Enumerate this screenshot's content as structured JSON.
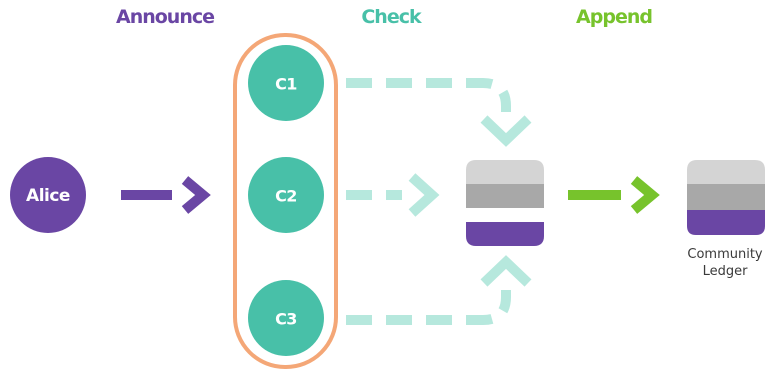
{
  "phases": {
    "announce": "Announce",
    "check": "Check",
    "append": "Append"
  },
  "sender": {
    "label": "Alice"
  },
  "checkers": [
    {
      "label": "C1"
    },
    {
      "label": "C2"
    },
    {
      "label": "C3"
    }
  ],
  "ledger": {
    "caption_line1": "Community",
    "caption_line2": "Ledger"
  },
  "colors": {
    "purple": "#6a46a4",
    "teal": "#48c0a8",
    "teal_light": "#b6e8dd",
    "green": "#77c32c",
    "orange": "#f4a777",
    "block_light": "#d4d4d4",
    "block_mid": "#a8a8a8"
  }
}
